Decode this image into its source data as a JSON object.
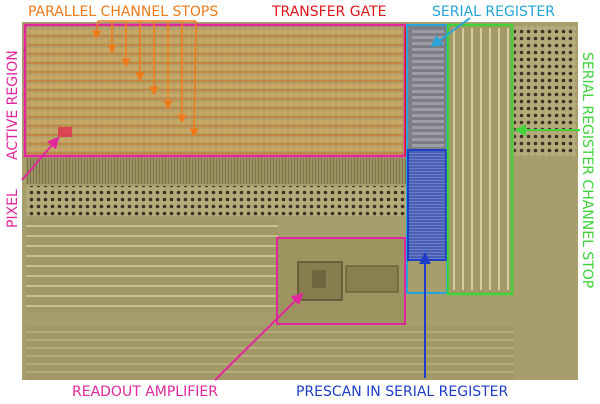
{
  "labels": {
    "parallel_channel_stops": "PARALLEL CHANNEL STOPS",
    "transfer_gate": "TRANSFER GATE",
    "serial_register": "SERIAL REGISTER",
    "active_region": "ACTIVE REGION",
    "pixel": "PIXEL",
    "serial_register_channel_stop": "SERIAL REGISTER CHANNEL STOP",
    "readout_amplifier": "READOUT AMPLIFIER",
    "prescan_in_serial_register": "PRESCAN IN SERIAL REGISTER"
  },
  "colors": {
    "parallel_channel_stops": "#f07a1a",
    "transfer_gate": "#e0161e",
    "serial_register": "#27a4d8",
    "active_region": "#e0279c",
    "pixel": "#e0279c",
    "serial_register_channel_stop": "#3fd23a",
    "readout_amplifier": "#e0279c",
    "prescan_in_serial_register": "#1f3ec8",
    "chip_background": "#a89e6c"
  }
}
